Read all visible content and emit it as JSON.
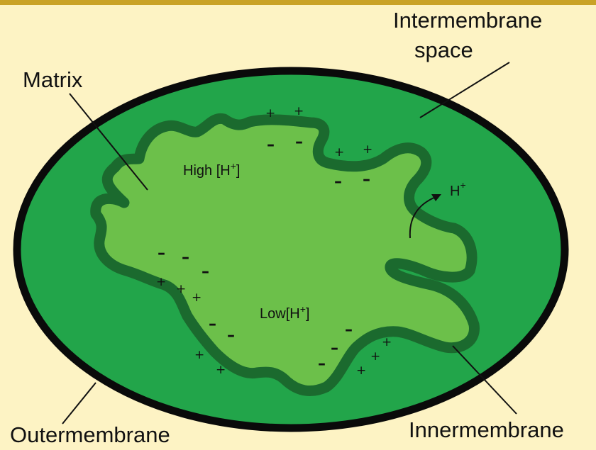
{
  "labels": {
    "intermembrane_line1": "Intermembrane",
    "intermembrane_line2": "space",
    "matrix": "Matrix",
    "outer_membrane": "Outermembrane",
    "inner_membrane": "Innermembrane",
    "high_h_prefix": "High [H",
    "low_h_prefix": "Low[H",
    "superscript_plus": "+",
    "closing_bracket": "]",
    "h_ion": "H",
    "plus": "+",
    "minus": "–"
  },
  "colors": {
    "background": "#fdf3c4",
    "top_bar": "#c9a227",
    "outer_fill": "#22a54a",
    "outer_stroke": "#0a0a0a",
    "matrix_fill": "#6cc04a",
    "inner_stroke": "#1b6a2e"
  }
}
